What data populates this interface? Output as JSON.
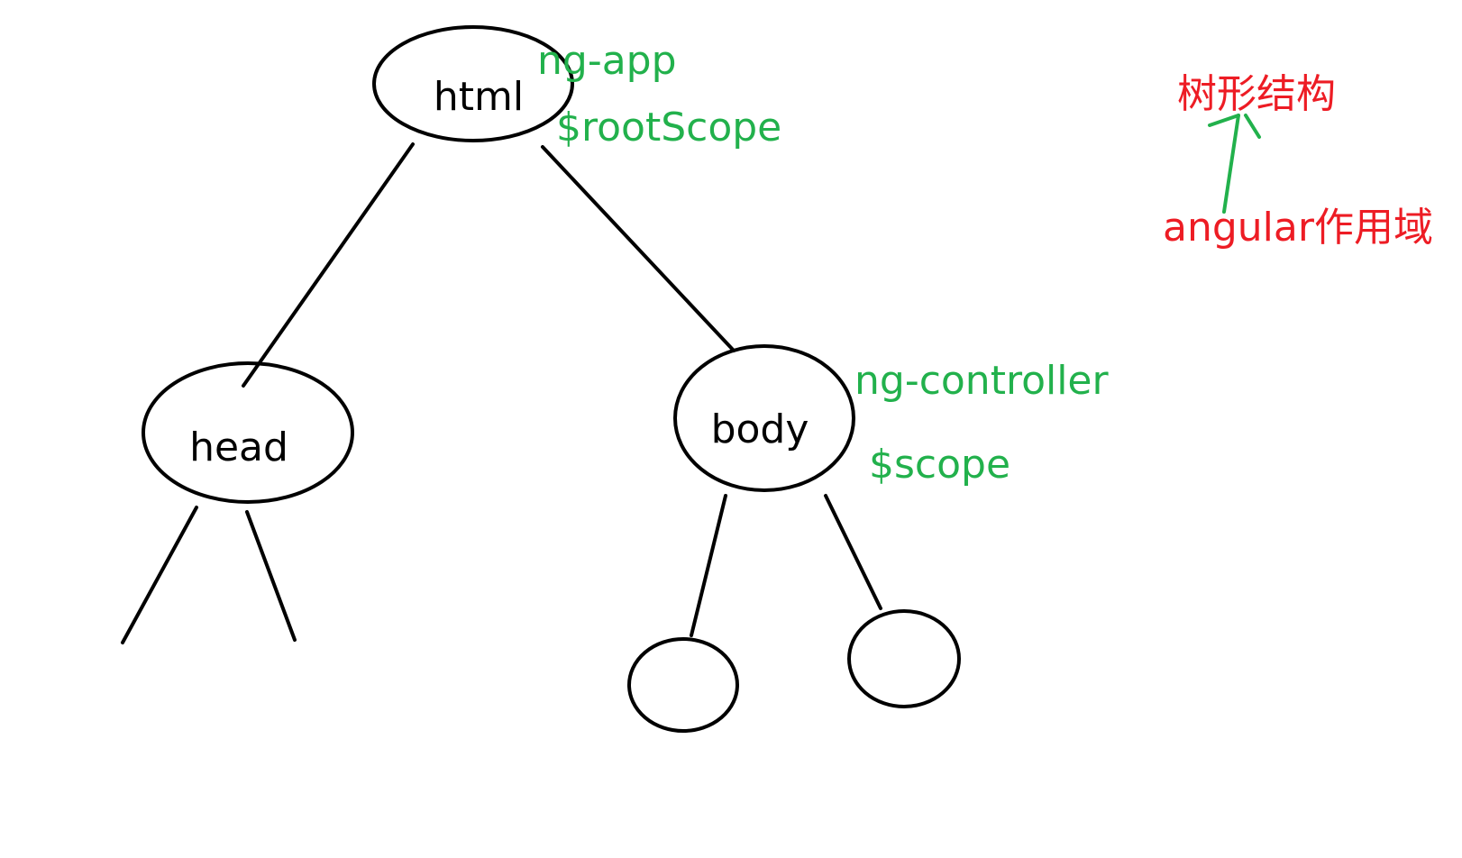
{
  "colors": {
    "line": "#000000",
    "annotation_green": "#22b14c",
    "annotation_red": "#ed1c24"
  },
  "nodes": {
    "html": {
      "label": "html"
    },
    "head": {
      "label": "head"
    },
    "body": {
      "label": "body"
    },
    "child_left": {
      "label": ""
    },
    "child_right": {
      "label": ""
    }
  },
  "annotations": {
    "ng_app": "ng-app",
    "root_scope": "$rootScope",
    "ng_controller": "ng-controller",
    "scope": "$scope",
    "tree_structure": "树形结构",
    "angular_scope": "angular作用域"
  },
  "icons": {
    "arrow": "arrow-up-icon"
  }
}
